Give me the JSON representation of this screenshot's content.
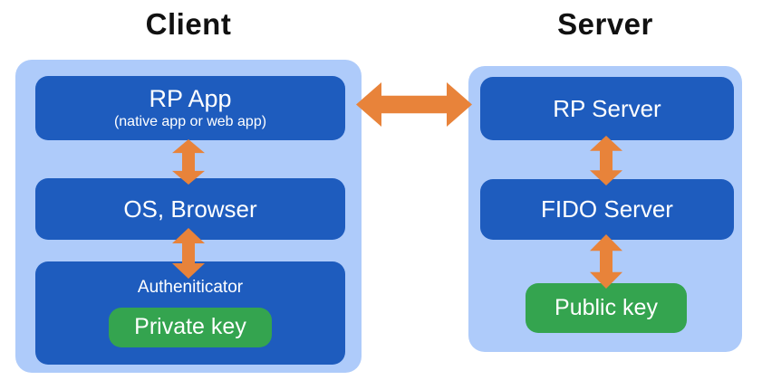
{
  "colors": {
    "container_blue": "#AECBFA",
    "box_blue": "#1E5CBE",
    "key_green": "#34A44F",
    "arrow_orange": "#E8833A",
    "title_black": "#111111",
    "text_white": "#FFFFFF"
  },
  "client": {
    "title": "Client",
    "rp_app": {
      "label": "RP App",
      "sublabel": "(native app or web app)"
    },
    "os_browser": {
      "label": "OS, Browser"
    },
    "authenticator": {
      "label": "Autheniticator",
      "key_label": "Private key"
    }
  },
  "server": {
    "title": "Server",
    "rp_server": {
      "label": "RP Server"
    },
    "fido_server": {
      "label": "FIDO Server"
    },
    "key_label": "Public key"
  }
}
